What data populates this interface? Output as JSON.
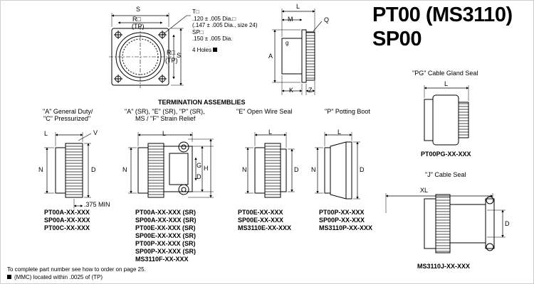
{
  "title": {
    "line1": "PT00 (MS3110)",
    "line2": "SP00"
  },
  "top_left": {
    "s_top": "S",
    "r_top": "R□",
    "tp_top": "(TP)",
    "s_right": "S",
    "r_right": "R□",
    "tp_right": "(TP)",
    "t_label": "T□",
    "t_line1": ".120 ± .005 Dia.□",
    "t_line2": "(.147 ± .005 Dia., size 24)",
    "sp_label": "SP□",
    "sp_line1": ".150 ± .005 Dia.",
    "holes": "4 Holes"
  },
  "top_side": {
    "L": "L",
    "M": "M",
    "Q": "Q",
    "A": "A",
    "K": "K",
    "Z": "Z"
  },
  "termination_header": "TERMINATION ASSEMBLIES",
  "col_a": {
    "title1": "\"A\" General Duty/",
    "title2": "\"C\" Pressurized\"",
    "L": "L",
    "V": "V",
    "N": "N",
    "D": "D",
    "min": ".375 MIN",
    "parts": [
      "PT00A-XX-XXX",
      "SP00A-XX-XXX",
      "PT00C-XX-XXX"
    ]
  },
  "col_b": {
    "title1": "\"A\" (SR), \"E\" (SR), \"P\" (SR),",
    "title2": "MS / \"F\" Strain Relief",
    "L": "L",
    "N": "N",
    "G": "G",
    "D": "D",
    "H": "H",
    "parts": [
      "PT00A-XX-XXX (SR)",
      "SP00A-XX-XXX (SR)",
      "PT00E-XX-XXX (SR)",
      "SP00E-XX-XXX (SR)",
      "PT00P-XX-XXX (SR)",
      "SP00P-XX-XXX (SR)",
      "MS3110F-XX-XXX"
    ]
  },
  "col_e": {
    "title": "\"E\" Open Wire Seal",
    "L": "L",
    "N": "N",
    "D": "D",
    "parts": [
      "PT00E-XX-XXX",
      "SP00E-XX-XXX",
      "MS3110E-XX-XXX"
    ]
  },
  "col_p": {
    "title": "\"P\" Potting Boot",
    "L": "L",
    "N": "N",
    "D": "D",
    "parts": [
      "PT00P-XX-XXX",
      "SP00P-XX-XXX",
      "MS3110P-XX-XXX"
    ]
  },
  "pg": {
    "title": "\"PG\" Cable Gland Seal",
    "L": "L",
    "part": "PT00PG-XX-XXX"
  },
  "j": {
    "title": "\"J\" Cable Seal",
    "XL": "XL",
    "D": "D",
    "part": "MS3110J-XX-XXX"
  },
  "notes": {
    "line1": "To complete part number see how to order on page 25.",
    "line2": "(MMC) located within  .0025 of (TP)"
  }
}
